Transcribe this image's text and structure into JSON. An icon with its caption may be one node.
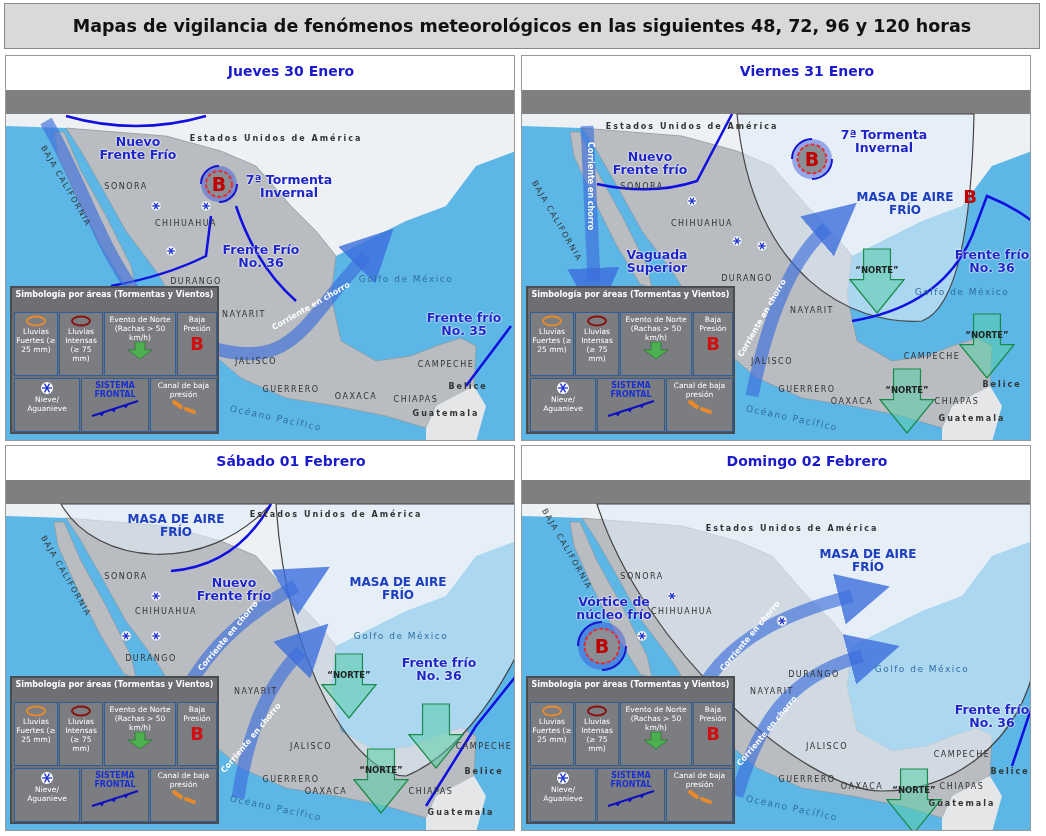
{
  "diagram": {
    "title": "Mapas de vigilancia de fenómenos meteorológicos en las siguientes 48, 72, 96 y 120 horas",
    "nodes": [
      {
        "text": [
          "Jueves 30 Enero"
        ]
      },
      {
        "text": [
          "Simbología por áreas (Tormentas y Vientos)"
        ],
        "in": 0
      },
      {
        "text": [
          "Lluvias Fuertes (≥ 25 mm)"
        ],
        "in": 1
      },
      {
        "text": [
          "Lluvias Intensas (≥ 75 mm)"
        ],
        "in": 1
      },
      {
        "text": [
          "Evento de Norte (Rachas > 50 km/h)"
        ],
        "in": 1
      },
      {
        "text": [
          "Baja Presión",
          "B"
        ],
        "in": 1
      },
      {
        "text": [
          "Nieve/ Aguanieve"
        ],
        "in": 1
      },
      {
        "text": [
          "SISTEMA FRONTAL"
        ],
        "in": 1
      },
      {
        "text": [
          "Canal de baja presión"
        ],
        "in": 1
      },
      {
        "text": [
          "Viernes 31 Enero"
        ]
      },
      {
        "text": [
          "Simbología por áreas (Tormentas y Vientos)"
        ],
        "in": 9
      },
      {
        "text": [
          "Lluvias Fuertes (≥ 25 mm)"
        ],
        "in": 10
      },
      {
        "text": [
          "Lluvias Intensas (≥ 75 mm)"
        ],
        "in": 10
      },
      {
        "text": [
          "Evento de Norte (Rachas > 50 km/h)"
        ],
        "in": 10
      },
      {
        "text": [
          "Baja Presión",
          "B"
        ],
        "in": 10
      },
      {
        "text": [
          "Nieve/ Aguanieve"
        ],
        "in": 10
      },
      {
        "text": [
          "SISTEMA FRONTAL"
        ],
        "in": 10
      },
      {
        "text": [
          "Canal de baja presión"
        ],
        "in": 10
      },
      {
        "text": [
          "“NORTE”"
        ],
        "in": 9
      },
      {
        "text": [
          "“NORTE”"
        ],
        "in": 9
      },
      {
        "text": [
          "“NORTE”"
        ],
        "in": 9
      },
      {
        "text": [
          "Sábado 01 Febrero"
        ]
      },
      {
        "text": [
          "Simbología por áreas (Tormentas y Vientos)"
        ],
        "in": 21
      },
      {
        "text": [
          "Lluvias Fuertes (≥ 25 mm)"
        ],
        "in": 22
      },
      {
        "text": [
          "Lluvias Intensas (≥ 75 mm)"
        ],
        "in": 22
      },
      {
        "text": [
          "Evento de Norte (Rachas > 50 km/h)"
        ],
        "in": 22
      },
      {
        "text": [
          "Baja Presión",
          "B"
        ],
        "in": 22
      },
      {
        "text": [
          "Nieve/ Aguanieve"
        ],
        "in": 22
      },
      {
        "text": [
          "SISTEMA FRONTAL"
        ],
        "in": 22
      },
      {
        "text": [
          "Canal de baja presión"
        ],
        "in": 22
      },
      {
        "text": [
          "“NORTE”"
        ],
        "in": 21
      },
      {
        "text": [
          "“NORTE”"
        ],
        "in": 21
      },
      {
        "text": [],
        "shape": "arrow",
        "in": 21
      },
      {
        "text": [
          "Domingo 02 Febrero"
        ]
      },
      {
        "text": [
          "Simbología por áreas (Tormentas y Vientos)"
        ],
        "in": 33
      },
      {
        "text": [
          "Lluvias Fuertes (≥ 25 mm)"
        ],
        "in": 34
      },
      {
        "text": [
          "Lluvias Intensas (≥ 75 mm)"
        ],
        "in": 34
      },
      {
        "text": [
          "Evento de Norte (Rachas > 50 km/h)"
        ],
        "in": 34
      },
      {
        "text": [
          "Baja Presión",
          "B"
        ],
        "in": 34
      },
      {
        "text": [
          "Nieve/ Aguanieve"
        ],
        "in": 34
      },
      {
        "text": [
          "SISTEMA FRONTAL"
        ],
        "in": 34
      },
      {
        "text": [
          "Canal de baja presión"
        ],
        "in": 34
      },
      {
        "text": [
          "“NORTE”"
        ],
        "in": 33
      }
    ],
    "edges": [],
    "labels": [
      "Nuevo Frente Frío",
      "7ª Tormenta Invernal",
      "B",
      "Frente Frío No. 36",
      "Frente frío No. 35",
      "Corriente en chorro",
      "Estados Unidos de América",
      "BAJA CALIFORNIA",
      "SONORA",
      "CHIHUAHUA",
      "DURANGO",
      "Golfo de México",
      "NAYARIT",
      "JALISCO",
      "CAMPECHE",
      "Océano Pacífico",
      "GUERRERO",
      "OAXACA",
      "CHIAPAS",
      "Belice",
      "Guatemala",
      "7ª Tormenta Invernal",
      "B",
      "Nuevo Frente frío",
      "MASA DE AIRE FRÍO",
      "B",
      "Corriente en chorro",
      "Vaguada Superior",
      "Frente frío No. 36",
      "Corriente en chorro",
      "Estados Unidos de América",
      "BAJA CALIFORNIA",
      "SONORA",
      "CHIHUAHUA",
      "DURANGO",
      "Golfo de México",
      "NAYARIT",
      "JALISCO",
      "CAMPECHE",
      "Océano Pacífico",
      "GUERRERO",
      "OAXACA",
      "CHIAPAS",
      "Belice",
      "Guatemala",
      "MASA DE AIRE FRÍO",
      "Nuevo Frente frío",
      "MASA DE AIRE FRÍO",
      "Frente frío No. 36",
      "Corriente en chorro",
      "Corriente en chorro",
      "Estados Unidos de América",
      "BAJA CALIFORNIA",
      "SONORA",
      "CHIHUAHUA",
      "DURANGO",
      "Golfo de México",
      "NAYARIT",
      "JALISCO",
      "CAMPECHE",
      "Océano Pacífico",
      "GUERRERO",
      "OAXACA",
      "CHIAPAS",
      "Belice",
      "Guatemala",
      "MASA DE AIRE FRÍO",
      "Vórtice de núcleo frío",
      "B",
      "Corriente en chorro",
      "Corriente en chorro",
      "Frente frío No. 36",
      "Estados Unidos de América",
      "BAJA CALIFORNIA",
      "SONORA",
      "CHIHUAHUA",
      "DURANGO",
      "Golfo de México",
      "NAYARIT",
      "JALISCO",
      "CAMPECHE",
      "Océano Pacífico",
      "GUERRERO",
      "OAXACA",
      "CHIAPAS",
      "Belice",
      "Guatemala"
    ]
  }
}
